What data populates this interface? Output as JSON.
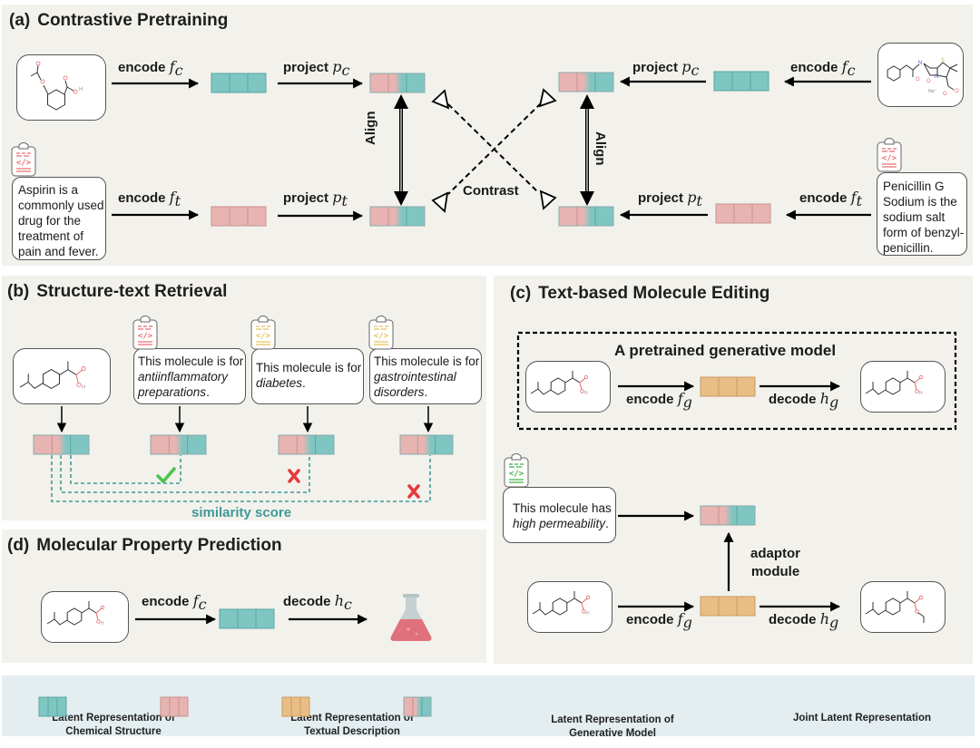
{
  "colors": {
    "panel_bg": "#f2f1ec",
    "legend_bg": "#e4edf0",
    "structure_teal": "#7fc6c2",
    "text_pink": "#e8b4b2",
    "generative_orange": "#e9bd86",
    "similarity_teal": "#3f9a96",
    "check_green": "#4cc24a",
    "cross_red": "#e5383b",
    "clipboard_red": "#e56b6f",
    "clipboard_yellow": "#e8c25a",
    "clipboard_green": "#3cb043",
    "flask_liquid": "#e0707c"
  },
  "panel_a": {
    "tag": "(a)",
    "title": "Contrastive Pretraining",
    "left": {
      "molecule": "aspirin",
      "text": "Aspirin is a commonly used drug for the treatment of pain and fever.",
      "encode_c": "encode",
      "encode_c_sym": "f",
      "encode_c_sub": "c",
      "project_c": "project",
      "project_c_sym": "p",
      "project_c_sub": "c",
      "encode_t": "encode",
      "encode_t_sym": "f",
      "encode_t_sub": "t",
      "project_t": "project",
      "project_t_sym": "p",
      "project_t_sub": "t",
      "align": "Align"
    },
    "right": {
      "molecule": "penicillin-g-sodium",
      "text": "Penicillin G Sodium is the sodium salt form of benzyl-penicillin.",
      "encode_c": "encode",
      "encode_c_sym": "f",
      "encode_c_sub": "c",
      "project_c": "project",
      "project_c_sym": "p",
      "project_c_sub": "c",
      "encode_t": "encode",
      "encode_t_sym": "f",
      "encode_t_sub": "t",
      "project_t": "project",
      "project_t_sym": "p",
      "project_t_sub": "t",
      "align": "Align"
    },
    "contrast": "Contrast"
  },
  "panel_b": {
    "tag": "(b)",
    "title": "Structure-text Retrieval",
    "molecule": "ibuprofen",
    "texts": [
      {
        "prefix": "This molecule is for",
        "italic": "antiinflammatory preparations",
        "suffix": ".",
        "match": true
      },
      {
        "prefix": "This molecule is for",
        "italic": "diabetes",
        "suffix": ".",
        "match": false
      },
      {
        "prefix": "This molecule is for",
        "italic": "gastrointestinal disorders",
        "suffix": ".",
        "match": false
      }
    ],
    "similarity": "similarity score"
  },
  "panel_c": {
    "tag": "(c)",
    "title": "Text-based Molecule Editing",
    "pretrained_title": "A pretrained generative model",
    "encode": "encode",
    "encode_sym": "f",
    "encode_sub": "g",
    "decode": "decode",
    "decode_sym": "h",
    "decode_sub": "g",
    "text_prefix": "This molecule has",
    "text_italic": "high permeability",
    "text_suffix": ".",
    "adaptor_line1": "adaptor",
    "adaptor_line2": "module"
  },
  "panel_d": {
    "tag": "(d)",
    "title": "Molecular Property Prediction",
    "encode": "encode",
    "encode_sym": "f",
    "encode_sub": "c",
    "decode": "decode",
    "decode_sym": "h",
    "decode_sub": "c"
  },
  "legend": [
    {
      "type": "structure",
      "line1": "Latent Representation of",
      "line2": "Chemical Structure"
    },
    {
      "type": "text",
      "line1": "Latent Representation of",
      "line2": "Textual Description"
    },
    {
      "type": "generative",
      "line1": "Latent Representation of",
      "line2": "Generative Model"
    },
    {
      "type": "joint",
      "line1": "Joint Latent Representation",
      "line2": ""
    }
  ]
}
